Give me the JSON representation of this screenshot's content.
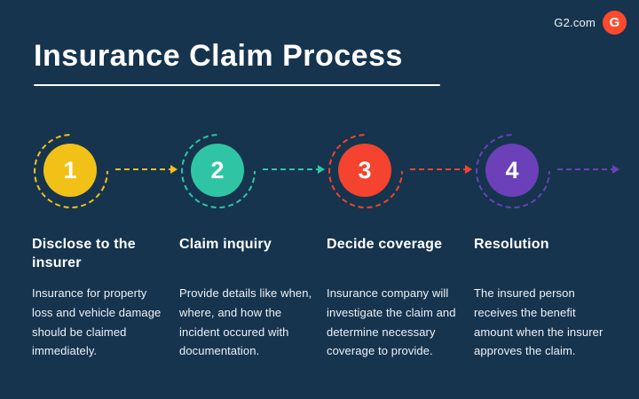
{
  "brand": {
    "site": "G2.com",
    "logo_letter": "G"
  },
  "title": "Insurance Claim Process",
  "colors": {
    "background": "#16344e",
    "text": "#ffffff",
    "logo": "#ff492c"
  },
  "steps": [
    {
      "number": "1",
      "color": "#f2c118",
      "heading": "Disclose to the insurer",
      "body": "Insurance for property loss and vehicle damage should be claimed immediately."
    },
    {
      "number": "2",
      "color": "#2fc5a4",
      "heading": "Claim inquiry",
      "body": "Provide details like when, where, and how the incident occured with documentation."
    },
    {
      "number": "3",
      "color": "#f4432e",
      "heading": "Decide coverage",
      "body": "Insurance company will investigate the claim and determine necessary coverage to provide."
    },
    {
      "number": "4",
      "color": "#6b40b8",
      "heading": "Resolution",
      "body": "The insured person receives the benefit amount when the insurer approves the claim."
    }
  ]
}
